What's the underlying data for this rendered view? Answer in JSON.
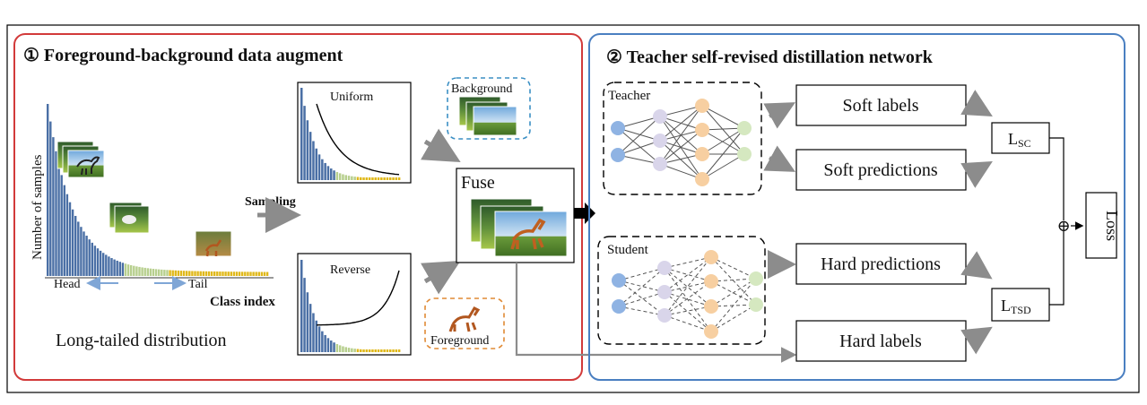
{
  "panel1": {
    "title": "① Foreground-background data augment",
    "long_tailed": {
      "ylabel": "Number of samples",
      "head_label": "Head",
      "tail_label": "Tail",
      "xlabel": "Class index",
      "caption": "Long-tailed distribution"
    },
    "sampling_label": "Sampling",
    "uniform_label": "Uniform",
    "reverse_label": "Reverse",
    "background_label": "Background",
    "foreground_label": "Foreground",
    "fuse_label": "Fuse"
  },
  "panel2": {
    "title": "② Teacher self-revised distillation network",
    "teacher_label": "Teacher",
    "student_label": "Student",
    "soft_labels": "Soft labels",
    "soft_predictions": "Soft predictions",
    "hard_predictions": "Hard predictions",
    "hard_labels": "Hard labels",
    "lsc_main": "L",
    "lsc_sub": "SC",
    "ltsd_main": "L",
    "ltsd_sub": "TSD",
    "loss_label": "Loss",
    "plus_symbol": "⊕"
  },
  "colors": {
    "panel1_border": "#d23a3a",
    "panel2_border": "#4a7fc1",
    "head_bar": "#4a6fa5",
    "mid_bar": "#b7cf8e",
    "tail_bar": "#e0b81a",
    "arrow_gray": "#8c8c8c",
    "node_blue": "#8fb3e3",
    "node_purple": "#d9d5ea",
    "node_orange": "#f7cfa1",
    "node_green": "#d5e8c0",
    "background_box": "#3b8fc4",
    "foreground_box": "#e08a35"
  }
}
